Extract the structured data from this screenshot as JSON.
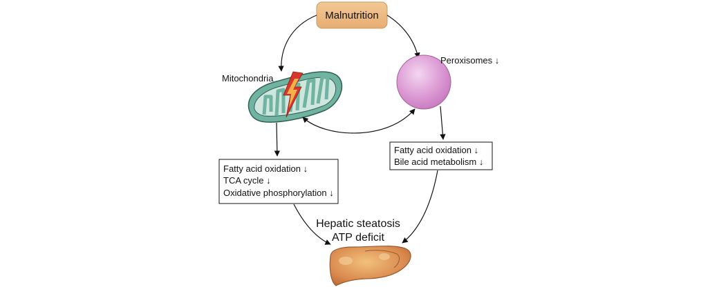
{
  "nodes": {
    "malnutrition": "Malnutrition",
    "mitochondria": "Mitochondria",
    "peroxisomes": "Peroxisomes ↓"
  },
  "mito_effects": [
    "Fatty acid oxidation ↓",
    "TCA cycle ↓",
    "Oxidative phosphorylation ↓"
  ],
  "perox_effects": [
    "Fatty acid oxidation ↓",
    "Bile acid metabolism ↓"
  ],
  "outcome": {
    "line1": "Hepatic steatosis",
    "line2": "ATP deficit"
  },
  "colors": {
    "malnutrition_fill": "#EDBB84",
    "mitochondria_fill": "#6FB3A0",
    "peroxisome_fill": "#D98FD0",
    "liver_fill": "#D9894E",
    "lightning": "#D9362B"
  }
}
